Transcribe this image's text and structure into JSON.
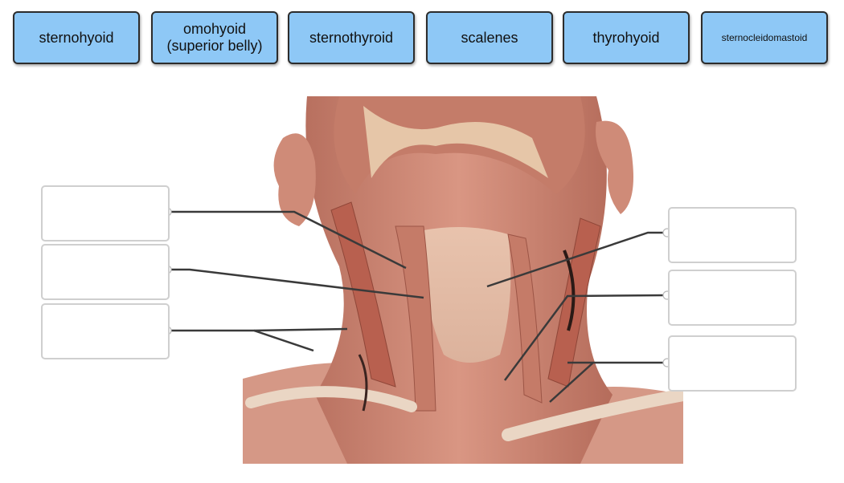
{
  "term_bank": [
    {
      "label": "sternohyoid"
    },
    {
      "label": "omohyoid\n(superior belly)"
    },
    {
      "label": "sternothyroid"
    },
    {
      "label": "scalenes"
    },
    {
      "label": "thyrohyoid"
    },
    {
      "label": "sternocleidomastoid"
    }
  ],
  "drop_targets_left": [
    {
      "value": ""
    },
    {
      "value": ""
    },
    {
      "value": ""
    }
  ],
  "drop_targets_right": [
    {
      "value": ""
    },
    {
      "value": ""
    },
    {
      "value": ""
    }
  ],
  "colors": {
    "term_fill": "#8ec8f6",
    "term_border": "#2c2c2c",
    "drop_border": "#cfcfcf",
    "leader_line": "#3a3a3a",
    "muscle": "#c98573",
    "muscle_dark": "#9c5546",
    "fascia": "#f0dcc9"
  }
}
